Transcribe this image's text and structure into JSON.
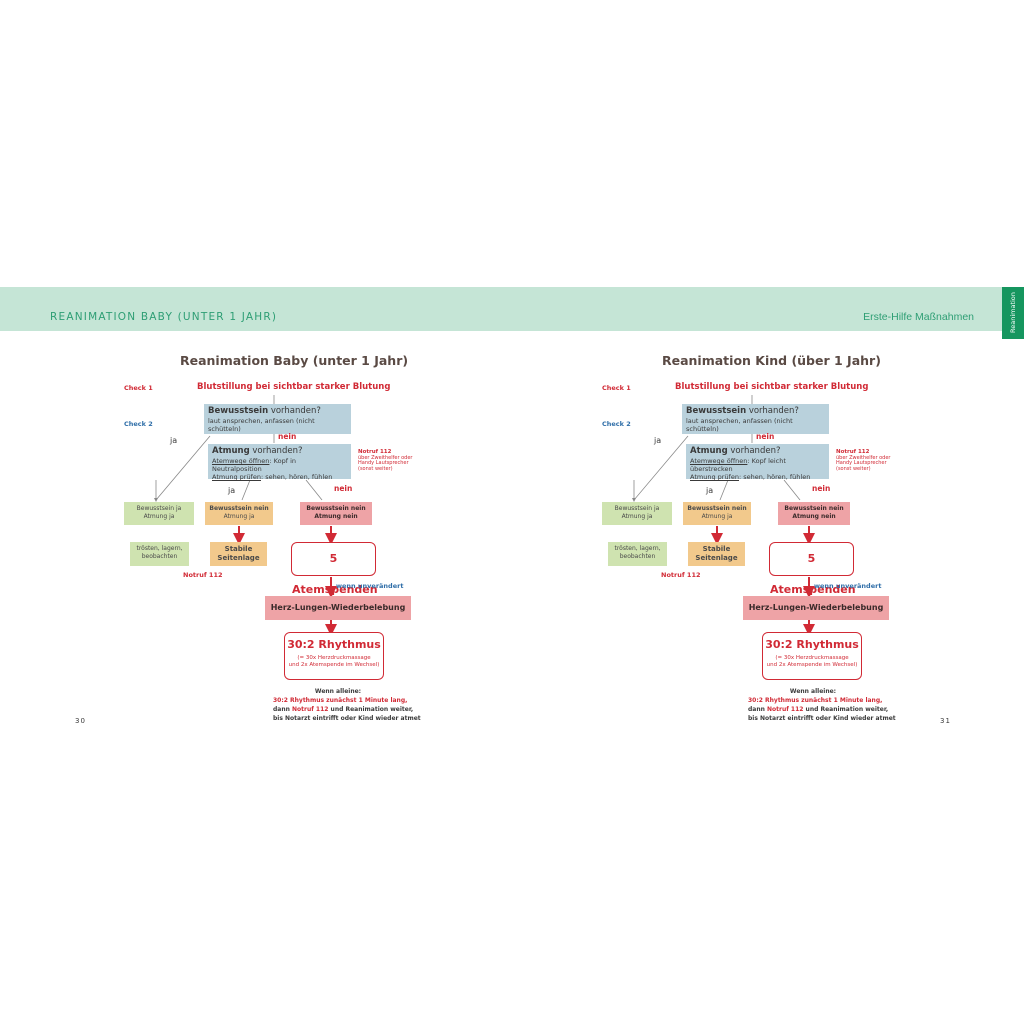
{
  "header": {
    "left_title": "REANIMATION BABY (UNTER 1 JAHR)",
    "right_title": "Erste-Hilfe Maßnahmen",
    "tab_label": "Reanimation"
  },
  "colors": {
    "band": "#c5e5d6",
    "accent_green": "#16965f",
    "red": "#d12a35",
    "blue_box": "#b9d1dc"
  },
  "pages": [
    {
      "page_number": "30",
      "title": "Reanimation Baby (unter 1 Jahr)",
      "check1": "Check 1",
      "check2": "Check 2",
      "bleeding": "Blutstillung bei sichtbar starker Blutung",
      "q1_bold": "Bewusstsein",
      "q1_rest": " vorhanden?",
      "q1_sub": "laut ansprechen, anfassen (nicht schütteln)",
      "q2_bold": "Atmung",
      "q2_rest": " vorhanden?",
      "q2_line1_u": "Atemwege öffnen",
      "q2_line1_rest": ": Kopf in Neutralposition",
      "q2_line2_u": "Atmung prüfen",
      "q2_line2_rest": ": sehen, hören, fühlen",
      "yes": "ja",
      "no": "nein",
      "notruf_title": "Notruf 112",
      "notruf_line1": "über Zweithelfer oder",
      "notruf_line2": "Handy Lautsprecher",
      "notruf_line3": "(sonst weiter)",
      "box_a_l1": "Bewusstsein ja",
      "box_a_l2": "Atmung ja",
      "box_b_l1": "Bewusstsein nein",
      "box_b_l2": "Atmung ja",
      "box_c_l1": "Bewusstsein nein",
      "box_c_l2": "Atmung nein",
      "comfort_l1": "trösten, lagern,",
      "comfort_l2": "beobachten",
      "recovery_l1": "Stabile",
      "recovery_l2": "Seitenlage",
      "notruf_bottom": "Notruf 112",
      "breaths": "5 Atemspenden",
      "unchanged": "wenn unverändert",
      "cpr": "Herz-Lungen-Wiederbelebung",
      "rhythm": "30:2 Rhythmus",
      "rhythm_sub1": "(= 30x Herzdruckmassage",
      "rhythm_sub2": "und 2x Atemspende im Wechsel)",
      "alone_title": "Wenn alleine:",
      "alone_l1": "30:2 Rhythmus zunächst  1 Minute lang,",
      "alone_l2a": "dann ",
      "alone_l2b": "Notruf 112",
      "alone_l2c": " und Reanimation weiter,",
      "alone_l3": "bis Notarzt eintrifft oder Kind wieder atmet"
    },
    {
      "page_number": "31",
      "title": "Reanimation Kind (über 1 Jahr)",
      "check1": "Check 1",
      "check2": "Check 2",
      "bleeding": "Blutstillung bei sichtbar starker Blutung",
      "q1_bold": "Bewusstsein",
      "q1_rest": " vorhanden?",
      "q1_sub": "laut ansprechen, anfassen (nicht schütteln)",
      "q2_bold": "Atmung",
      "q2_rest": " vorhanden?",
      "q2_line1_u": "Atemwege öffnen",
      "q2_line1_rest": ": Kopf leicht überstrecken",
      "q2_line2_u": "Atmung prüfen",
      "q2_line2_rest": ": sehen, hören, fühlen",
      "yes": "ja",
      "no": "nein",
      "notruf_title": "Notruf 112",
      "notruf_line1": "über Zweithelfer oder",
      "notruf_line2": "Handy Lautsprecher",
      "notruf_line3": "(sonst weiter)",
      "box_a_l1": "Bewusstsein ja",
      "box_a_l2": "Atmung ja",
      "box_b_l1": "Bewusstsein nein",
      "box_b_l2": "Atmung ja",
      "box_c_l1": "Bewusstsein nein",
      "box_c_l2": "Atmung nein",
      "comfort_l1": "trösten, lagern,",
      "comfort_l2": "beobachten",
      "recovery_l1": "Stabile",
      "recovery_l2": "Seitenlage",
      "notruf_bottom": "Notruf 112",
      "breaths": "5 Atemspenden",
      "unchanged": "wenn unverändert",
      "cpr": "Herz-Lungen-Wiederbelebung",
      "rhythm": "30:2 Rhythmus",
      "rhythm_sub1": "(= 30x Herzdruckmassage",
      "rhythm_sub2": "und 2x Atemspende im Wechsel)",
      "alone_title": "Wenn alleine:",
      "alone_l1": "30:2 Rhythmus zunächst  1 Minute lang,",
      "alone_l2a": "dann ",
      "alone_l2b": "Notruf 112",
      "alone_l2c": " und Reanimation weiter,",
      "alone_l3": "bis Notarzt eintrifft oder Kind wieder atmet"
    }
  ]
}
